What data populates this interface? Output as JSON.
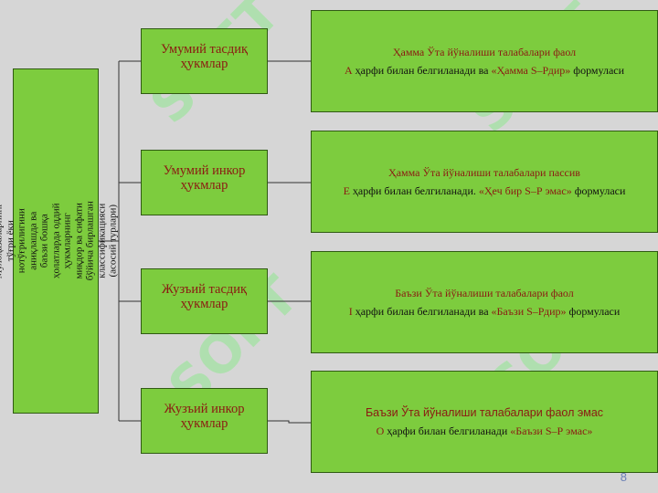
{
  "side_label": "Мулоҳазаларнинг тўғри ёки нотўғрилигини аниқлашда ва баъзи бошқа ҳолатларда оддий ҳукмларнинг миқдор ва сифати бўйича бирлашган классификацияси (асосий турлари)",
  "categories": [
    {
      "title": "Умумий тасдиқ ҳукмлар"
    },
    {
      "title": "Умумий инкор ҳукмлар"
    },
    {
      "title": "Жузъий тасдиқ ҳукмлар"
    },
    {
      "title": "Жузъий инкор ҳукмлар"
    }
  ],
  "descriptions": [
    {
      "line1": "Ҳамма Ўта йўналиши талабалари фаол",
      "letter": "А",
      "middle": " ҳарфи билан белгиланади ва ",
      "formula": "«Ҳамма S–Рдир»",
      "end": " формуласи"
    },
    {
      "line1": "Ҳамма Ўта йўналиши талабалари пассив",
      "letter": "Е",
      "middle": " ҳарфи билан белгиланади. ",
      "formula": "«Ҳеч бир S–Р эмас»",
      "end": " формуласи"
    },
    {
      "line1": "Баъзи Ўта йўналиши талабалари фаол",
      "letter": "I",
      "middle": " ҳарфи билан белгиланади ва ",
      "formula": "«Баъзи S–Рдир»",
      "end": " формуласи"
    },
    {
      "line1": "Баъзи Ўта йўналиши талабалари фаол эмас",
      "letter": "О",
      "middle": " ҳарфи билан белгиланади  ",
      "formula": "«Баъзи S–Р эмас»",
      "end": ""
    }
  ],
  "page_number": "8",
  "watermark_text": "SOFT",
  "colors": {
    "box_fill": "#7dcc3e",
    "border": "#2f5a12",
    "accent_text": "#8b1a12",
    "background": "#d6d6d6",
    "watermark": "#90e890"
  }
}
